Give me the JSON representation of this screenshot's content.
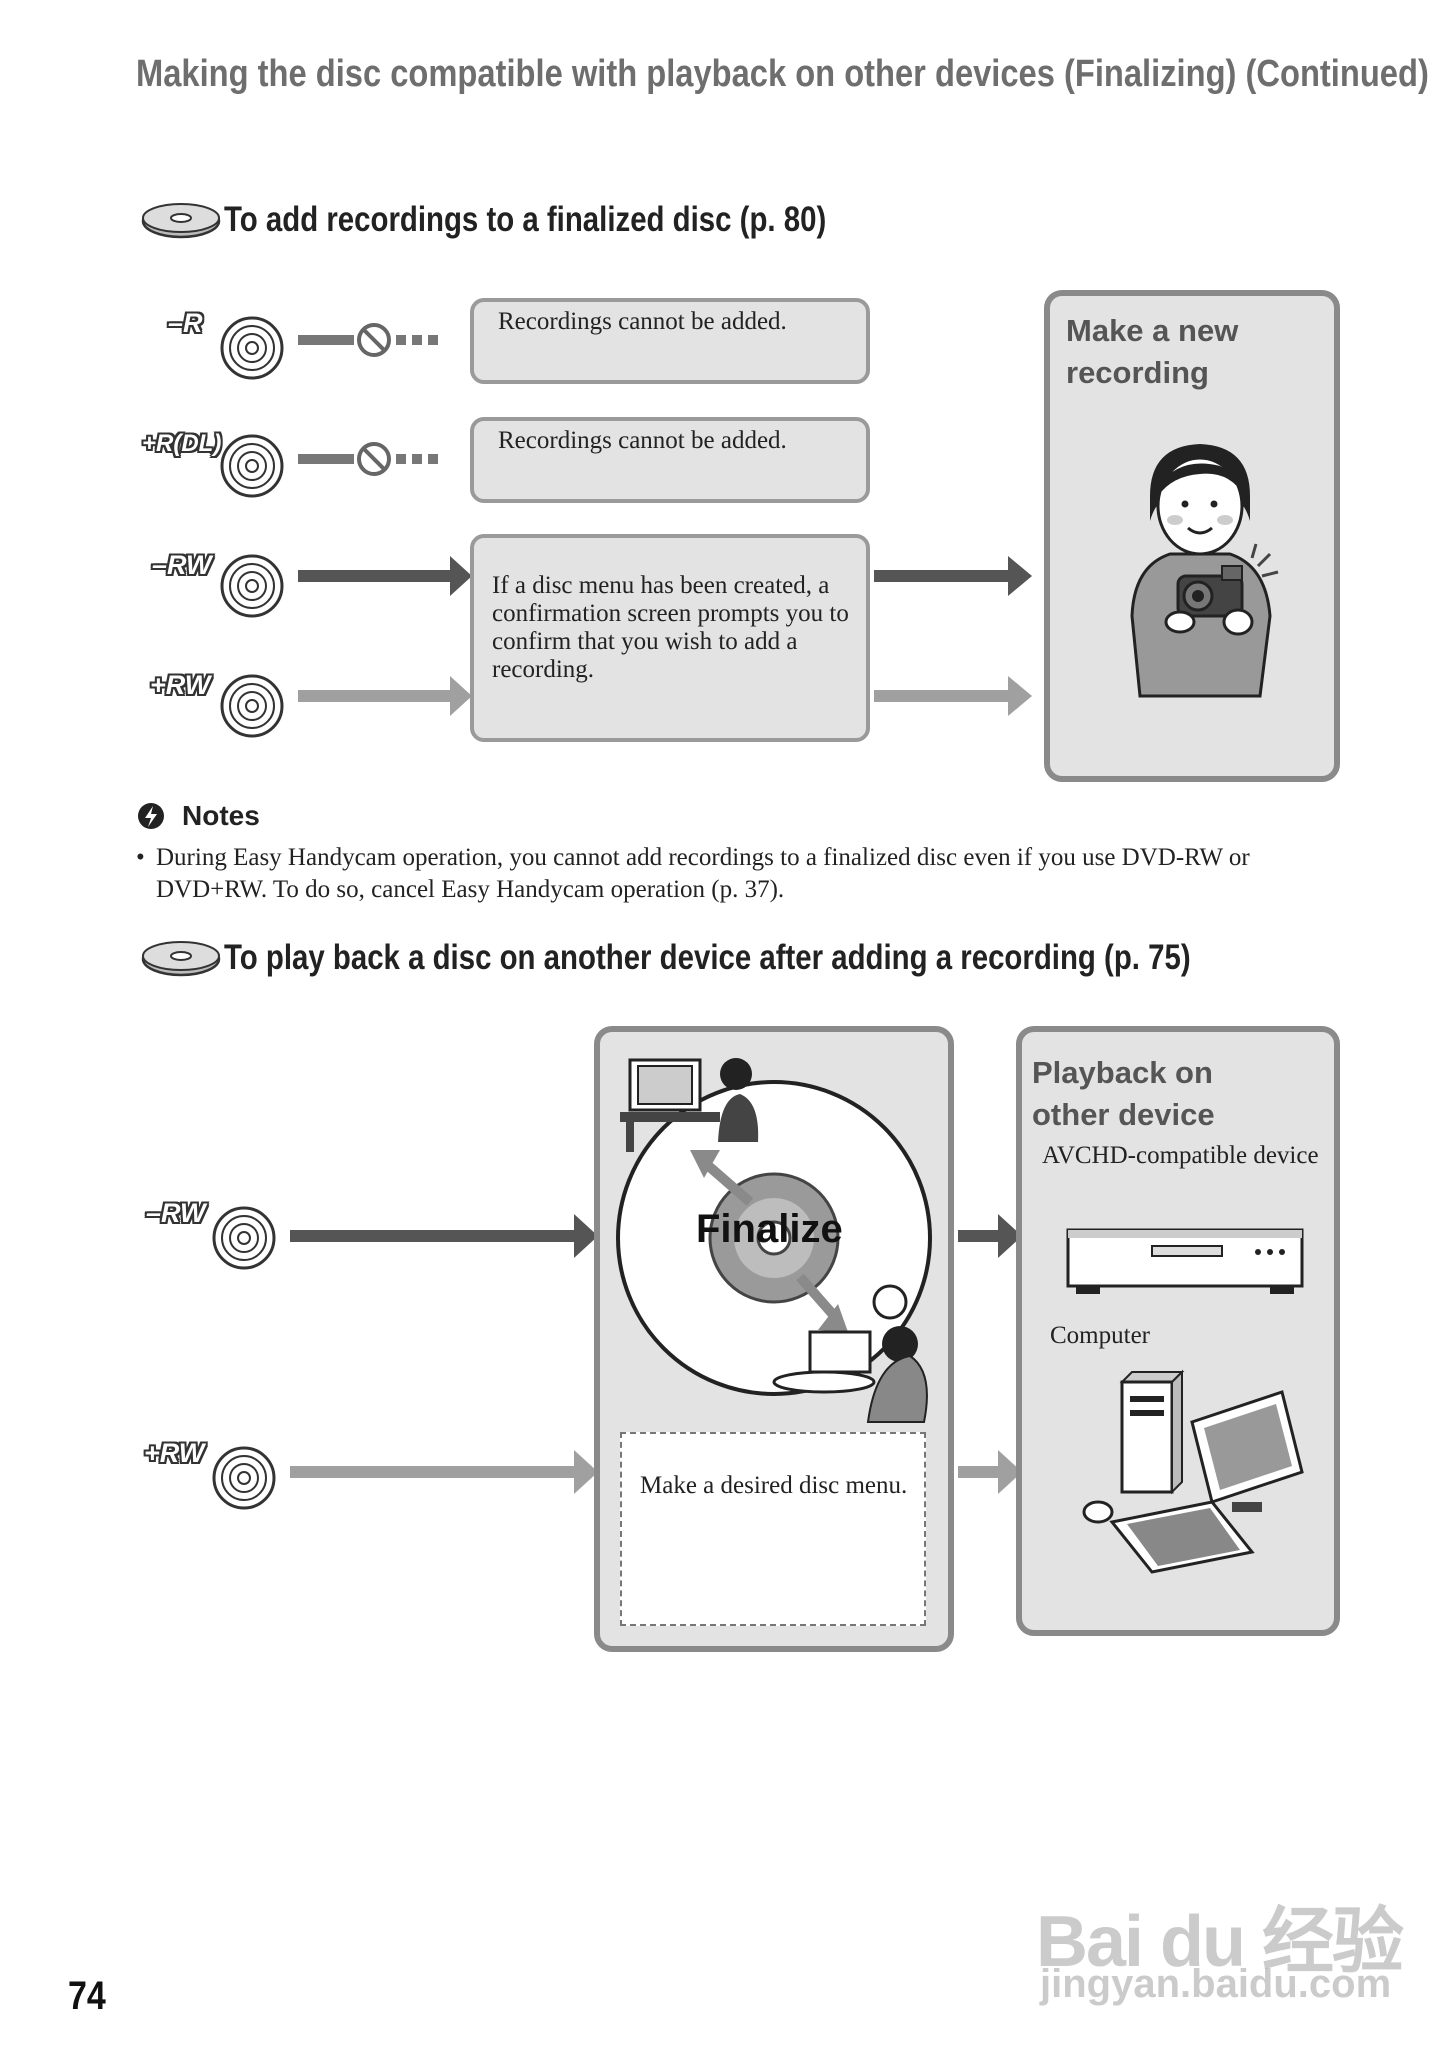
{
  "page": {
    "title": "Making the disc compatible with playback on other devices (Finalizing) (Continued)",
    "page_number": "74"
  },
  "section1": {
    "heading": "To add recordings to a finalized disc (p. 80)",
    "discs": [
      "–R",
      "+R(DL)",
      "–RW",
      "+RW"
    ],
    "box_cannot_1": "Recordings cannot be added.",
    "box_cannot_2": "Recordings cannot be added.",
    "box_menu": "If a disc menu has been created, a confirmation screen prompts you to confirm that you wish to add a recording.",
    "panel_title": "Make a new recording"
  },
  "notes": {
    "title": "Notes",
    "items": [
      "During Easy Handycam operation, you cannot add recordings to a finalized disc even if you use DVD-RW or DVD+RW. To do so, cancel Easy Handycam operation (p. 37)."
    ]
  },
  "section2": {
    "heading": "To play back a disc on another device after adding a recording (p. 75)",
    "discs": [
      "–RW",
      "+RW"
    ],
    "finalize_label": "Finalize",
    "menu_box": "Make a desired disc menu.",
    "panel_title": "Playback on other device",
    "device1": "AVCHD-compatible device",
    "device2": "Computer"
  },
  "watermark": {
    "brand": "Bai du 经验",
    "url": "jingyan.baidu.com"
  },
  "colors": {
    "dark_arrow": "#555555",
    "light_arrow": "#a0a0a0",
    "panel_bg": "#e3e3e3",
    "heading_gray": "#6e6e6e"
  }
}
